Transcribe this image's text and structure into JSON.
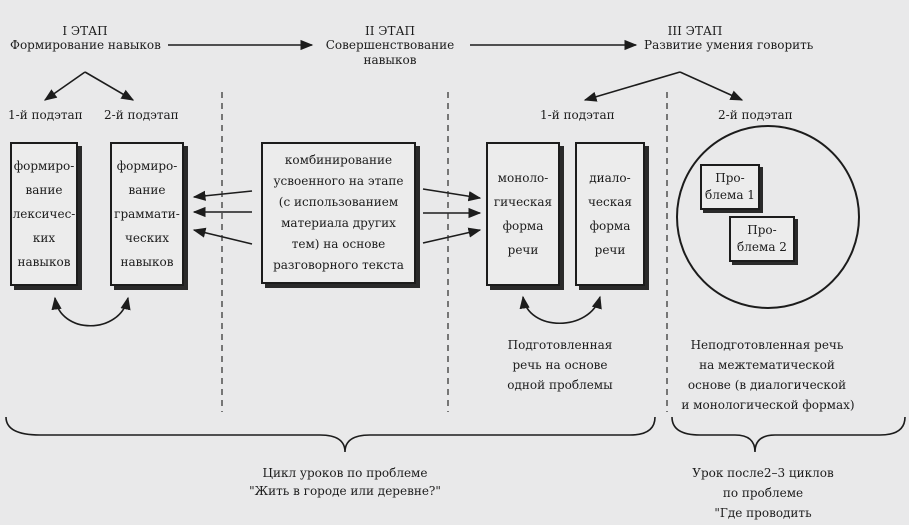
{
  "stages": {
    "s1": {
      "title": "I ЭТАП",
      "subtitle": "Формирование навыков"
    },
    "s2": {
      "title": "II ЭТАП",
      "subtitle_lines": [
        "Совершенствование",
        "навыков"
      ]
    },
    "s3": {
      "title": "III ЭТАП",
      "subtitle": "Развитие умения говорить"
    }
  },
  "substages": {
    "s1_a": "1-й подэтап",
    "s1_b": "2-й подэтап",
    "s3_a": "1-й подэтап",
    "s3_b": "2-й подэтап"
  },
  "boxes": {
    "lexical": [
      "формиро-",
      "вание",
      "лексичес-",
      "ких",
      "навыков"
    ],
    "grammar": [
      "формиро-",
      "вание",
      "граммати-",
      "ческих",
      "навыков"
    ],
    "combining": [
      "комбинирование",
      "усвоенного на этапе",
      "(с использованием",
      "материала других",
      "тем) на основе",
      "разговорного текста"
    ],
    "monologue": [
      "моноло-",
      "гическая",
      "форма",
      "речи"
    ],
    "dialogue": [
      "диало-",
      "ческая",
      "форма",
      "речи"
    ],
    "problem1": [
      "Про-",
      "блема 1"
    ],
    "problem2": [
      "Про-",
      "блема 2"
    ]
  },
  "captions": {
    "unprepared_one": [
      "Подготовленная",
      "речь на основе",
      "одной проблемы"
    ],
    "unprepared_inter": [
      "Неподготовленная речь",
      "на межтематической",
      "основе (в диалогической",
      "и монологической формах)"
    ],
    "cycle": [
      "Цикл уроков по проблеме",
      "\"Жить в городе или деревне?\""
    ],
    "lesson_after": [
      "Урок после2–3 циклов",
      "по проблеме",
      "\"Где проводить"
    ]
  }
}
